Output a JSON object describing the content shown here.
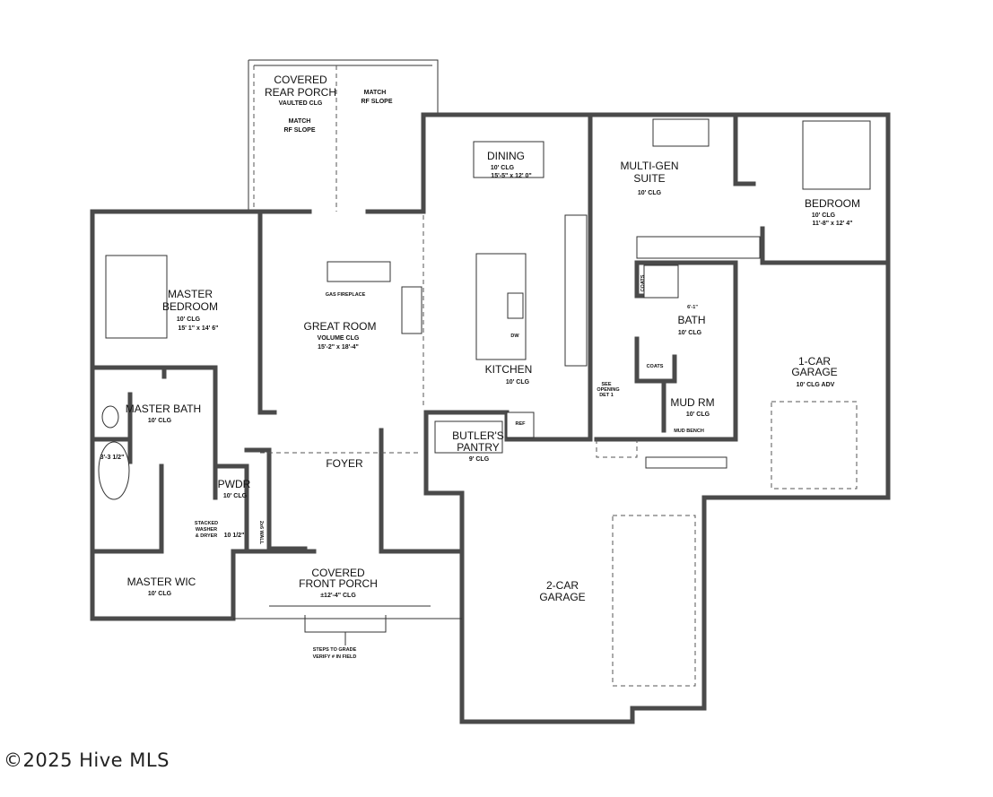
{
  "rooms": {
    "rear_porch": {
      "name1": "COVERED",
      "name2": "REAR PORCH",
      "ceiling": "VAULTED CLG",
      "note1a": "MATCH",
      "note1b": "RF SLOPE",
      "note2a": "MATCH",
      "note2b": "RF SLOPE"
    },
    "dining": {
      "name": "DINING",
      "ceiling": "10' CLG",
      "size": "15'-5\" x 12' 0\""
    },
    "multi_gen": {
      "name1": "MULTI-GEN",
      "name2": "SUITE",
      "ceiling": "10' CLG"
    },
    "bedroom": {
      "name": "BEDROOM",
      "ceiling": "10' CLG",
      "size": "11'-8\" x 12' 4\""
    },
    "master_bedroom": {
      "name1": "MASTER",
      "name2": "BEDROOM",
      "ceiling": "10' CLG",
      "size": "15' 1\" x 14' 6\""
    },
    "great_room": {
      "name": "GREAT ROOM",
      "ceiling": "VOLUME CLG",
      "size": "15'-2\" x 18'-4\"",
      "fireplace": "GAS FIREPLACE"
    },
    "kitchen": {
      "name": "KITCHEN",
      "ceiling": "10' CLG",
      "dw": "DW",
      "ref": "REF"
    },
    "bath": {
      "name": "BATH",
      "ceiling": "10' CLG",
      "shower": "6'-1\"",
      "coats": "COATS"
    },
    "one_car_garage": {
      "name1": "1-CAR",
      "name2": "GARAGE",
      "ceiling": "10' CLG ADV"
    },
    "mud_room": {
      "name": "MUD RM",
      "ceiling": "10' CLG",
      "bench": "MUD BENCH",
      "coats": "COATS",
      "opening1": "SEE",
      "opening2": "OPENING",
      "opening3": "DET 1"
    },
    "master_bath": {
      "name": "MASTER BATH",
      "ceiling": "10' CLG",
      "tub": "3'-3 1/2\""
    },
    "butlers_pantry": {
      "name1": "BUTLER'S",
      "name2": "PANTRY",
      "ceiling": "9' CLG"
    },
    "foyer": {
      "name": "FOYER"
    },
    "powder": {
      "name": "PWDR",
      "ceiling": "10' CLG"
    },
    "laundry": {
      "l1": "STACKED",
      "l2": "WASHER",
      "l3": "& DRYER",
      "dim": "10 1/2\"",
      "wall": "2x6 WALL"
    },
    "master_wic": {
      "name": "MASTER WIC",
      "ceiling": "10' CLG"
    },
    "front_porch": {
      "name1": "COVERED",
      "name2": "FRONT PORCH",
      "ceiling": "±12'-4\" CLG",
      "steps1": "STEPS TO GRADE",
      "steps2": "VERIFY # IN FIELD"
    },
    "two_car_garage": {
      "name1": "2-CAR",
      "name2": "GARAGE"
    }
  },
  "watermark": "©2025 Hive MLS"
}
